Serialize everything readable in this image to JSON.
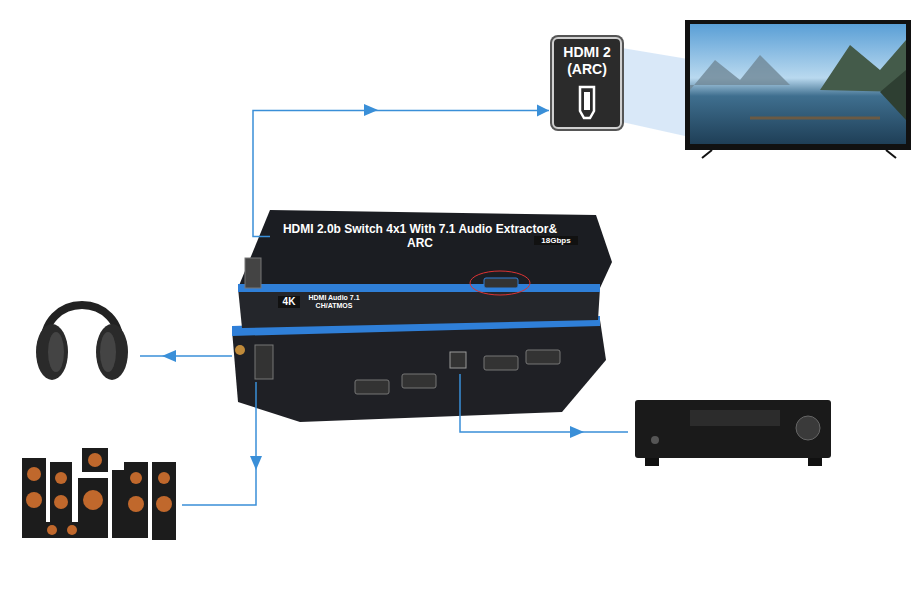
{
  "diagram": {
    "nodes": [
      {
        "text": [
          "HDMI 2 (ARC)"
        ]
      },
      {
        "text": [
          "HDMI 2.0b Switch 4x1 With 7.1 Audio Extractor& ARC"
        ]
      }
    ],
    "edges": [
      {
        "from": 1,
        "to": 0,
        "arrow": "to"
      }
    ],
    "labels": [
      "4K",
      "HDMI Audio 7.1 CH/ATMOS",
      "18Gbps"
    ]
  }
}
